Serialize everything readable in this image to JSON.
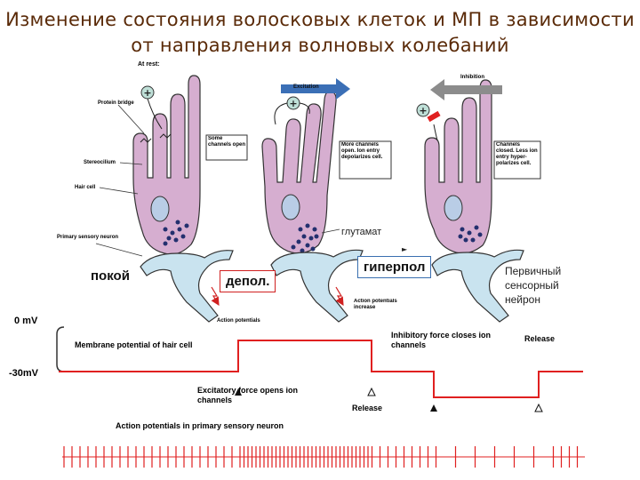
{
  "title": "Изменение состояния волосковых клеток и МП в зависимости от направления волновых колебаний",
  "cells": {
    "rest_header": "At rest:",
    "excitation_header": "Excitation",
    "inhibition_header": "Inhibition",
    "protein_bridge": "Protein bridge",
    "stereocilium": "Stereocilium",
    "hair_cell": "Hair cell",
    "primary_neuron": "Primary sensory neuron",
    "rest_note": "Some channels open",
    "excitation_note": "More channels open. Ion entry depolarizes cell.",
    "inhibition_note": "Channels closed. Less ion entry hyper-polarizes cell.",
    "action_potentials": "Action potentials",
    "action_potentials_increase": "Action potentials increase",
    "glutamate": "глутамат",
    "primary_neuron_ru": "Первичный сенсорный нейрон"
  },
  "states": {
    "rest": "покой",
    "depol": "депол.",
    "hyperpol": "гиперпол"
  },
  "membrane": {
    "zero_label": "0 mV",
    "minus30_label": "-30mV",
    "title": "Membrane potential of hair cell",
    "excitatory": "Excitatory force opens ion channels",
    "inhibitory": "Inhibitory force closes ion channels",
    "release1": "Release",
    "release2": "Release",
    "action_potentials_title": "Action potentials in primary sensory neuron"
  },
  "colors": {
    "title": "#5a2a08",
    "cell_fill": "#d6aed0",
    "neuron_fill": "#c9e3ef",
    "trace": "#e02020",
    "arrow_blue": "#3b6fb6",
    "arrow_gray": "#8c8c8c",
    "depol_box_border": "#d02020",
    "hyperpol_box_border": "#3a6fb0"
  }
}
